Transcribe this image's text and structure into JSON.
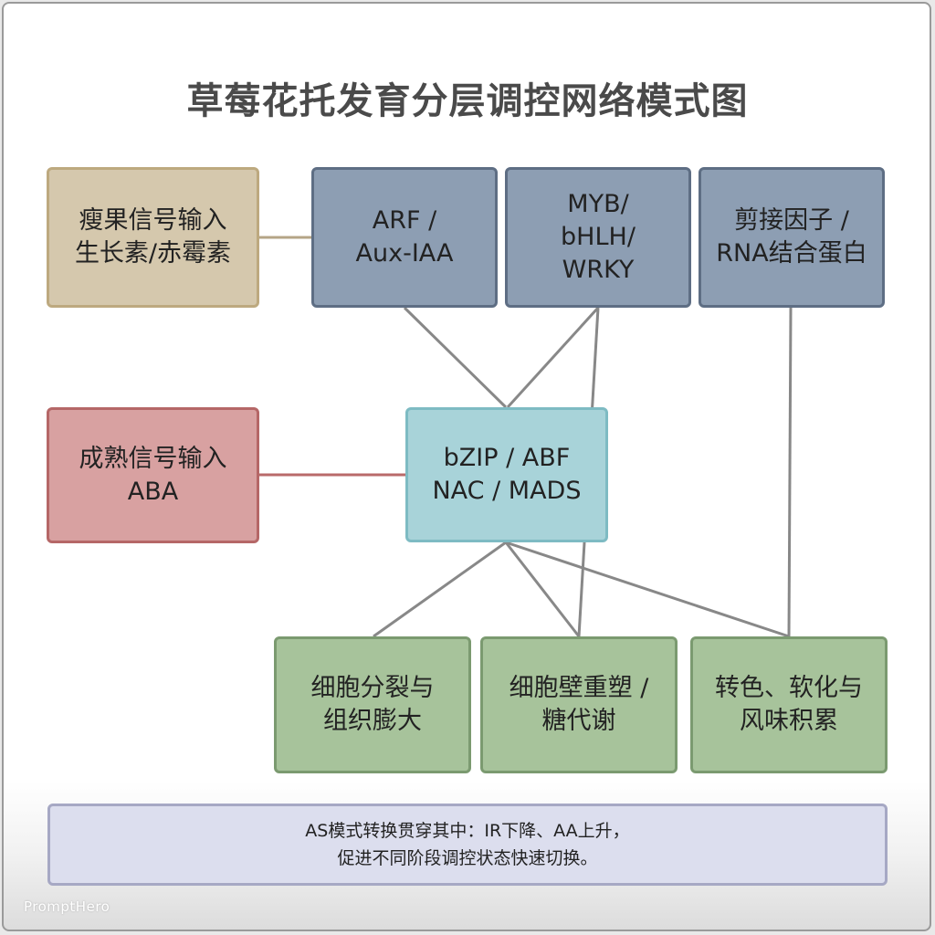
{
  "title": "草莓花托发育分层调控网络模式图",
  "inputs": {
    "auxin": "瘦果信号输入\n生长素/赤霉素",
    "ripening": "成熟信号输入\nABA"
  },
  "regulators": {
    "arf": "ARF /\nAux-IAA",
    "myb": "MYB/\nbHLH/\nWRKY",
    "splice": "剪接因子 /\nRNA结合蛋白"
  },
  "hub": "bZIP / ABF\nNAC / MADS",
  "outputs": {
    "division": "细胞分裂与\n组织膨大",
    "wall": "细胞壁重塑 /\n糖代谢",
    "color": "转色、软化与\n风味积累"
  },
  "note": "AS模式转换贯穿其中：IR下降、AA上升，\n促进不同阶段调控状态快速切换。",
  "watermark": "PromptHero",
  "colors": {
    "auxin_input": "#d5c8ad",
    "ripening_input": "#d8a1a1",
    "regulator": "#8d9eb3",
    "hub": "#a8d3d9",
    "output": "#a7c39b",
    "note": "#dcdeee",
    "auxin_link": "#b5a587",
    "aba_link": "#b96a6a",
    "network_link": "#888888"
  }
}
